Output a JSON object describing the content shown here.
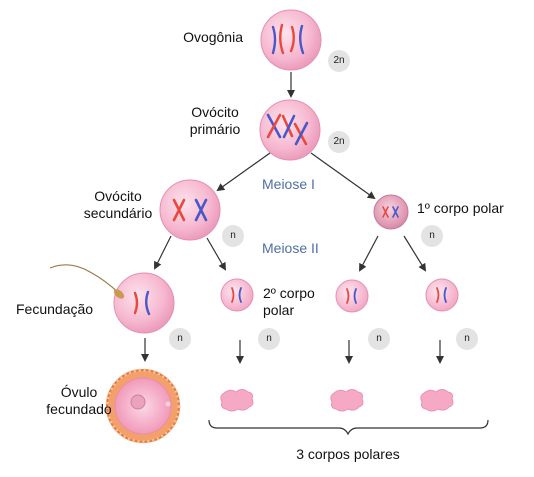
{
  "labels": {
    "ovogonia": "Ovogônia",
    "ovocito_primario": [
      "Ovócito",
      "primário"
    ],
    "ovocito_secundario": [
      "Ovócito",
      "secundário"
    ],
    "primeiro_corpo_polar": "1º corpo polar",
    "fecundacao": "Fecundação",
    "segundo_corpo_polar": [
      "2º corpo",
      "polar"
    ],
    "ovulo_fecundado": [
      "Óvulo",
      "fecundado"
    ],
    "tres_corpos_polares": "3 corpos polares",
    "meiose_1": "Meiose I",
    "meiose_2": "Meiose II"
  },
  "ploidy": {
    "ovogonia": "2n",
    "ovocito_primario": "2n",
    "ovocito_secundario": "n",
    "primeiro_corpo_polar": "n",
    "ovulo": "n",
    "segundo_corpo_polar": "n",
    "corpo_polar_a": "n",
    "corpo_polar_b": "n"
  },
  "colors": {
    "cell_fill": "#f6b7cf",
    "cell_edge": "#e58fb0",
    "chromosome_red": "#e8493e",
    "chromosome_blue": "#4a57c8",
    "arrow": "#333333",
    "meiose_text": "#4f6fa6"
  }
}
